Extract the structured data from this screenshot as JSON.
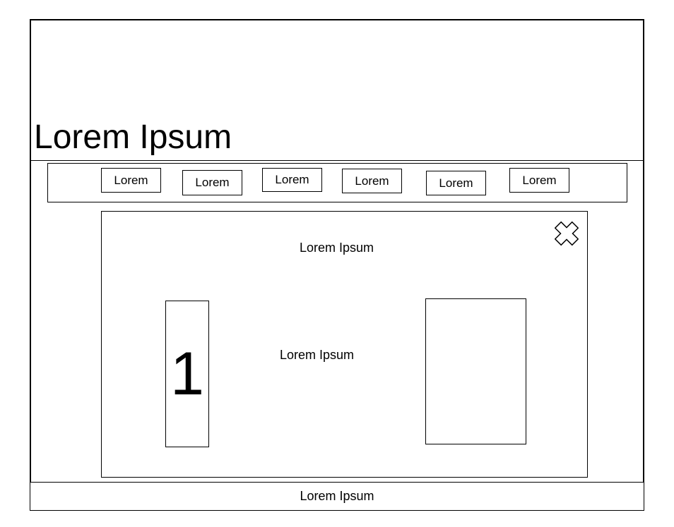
{
  "header": {
    "title": "Lorem Ipsum"
  },
  "navbar": {
    "buttons": [
      {
        "label": "Lorem"
      },
      {
        "label": "Lorem"
      },
      {
        "label": "Lorem"
      },
      {
        "label": "Lorem"
      },
      {
        "label": "Lorem"
      },
      {
        "label": "Lorem"
      }
    ]
  },
  "dialog": {
    "title": "Lorem Ipsum",
    "body_text": "Lorem Ipsum",
    "step_number": "1",
    "close_icon": "x-cross-icon"
  },
  "footer": {
    "text": "Lorem Ipsum"
  },
  "colors": {
    "stroke": "#000000",
    "background": "#ffffff",
    "text": "#000000"
  }
}
